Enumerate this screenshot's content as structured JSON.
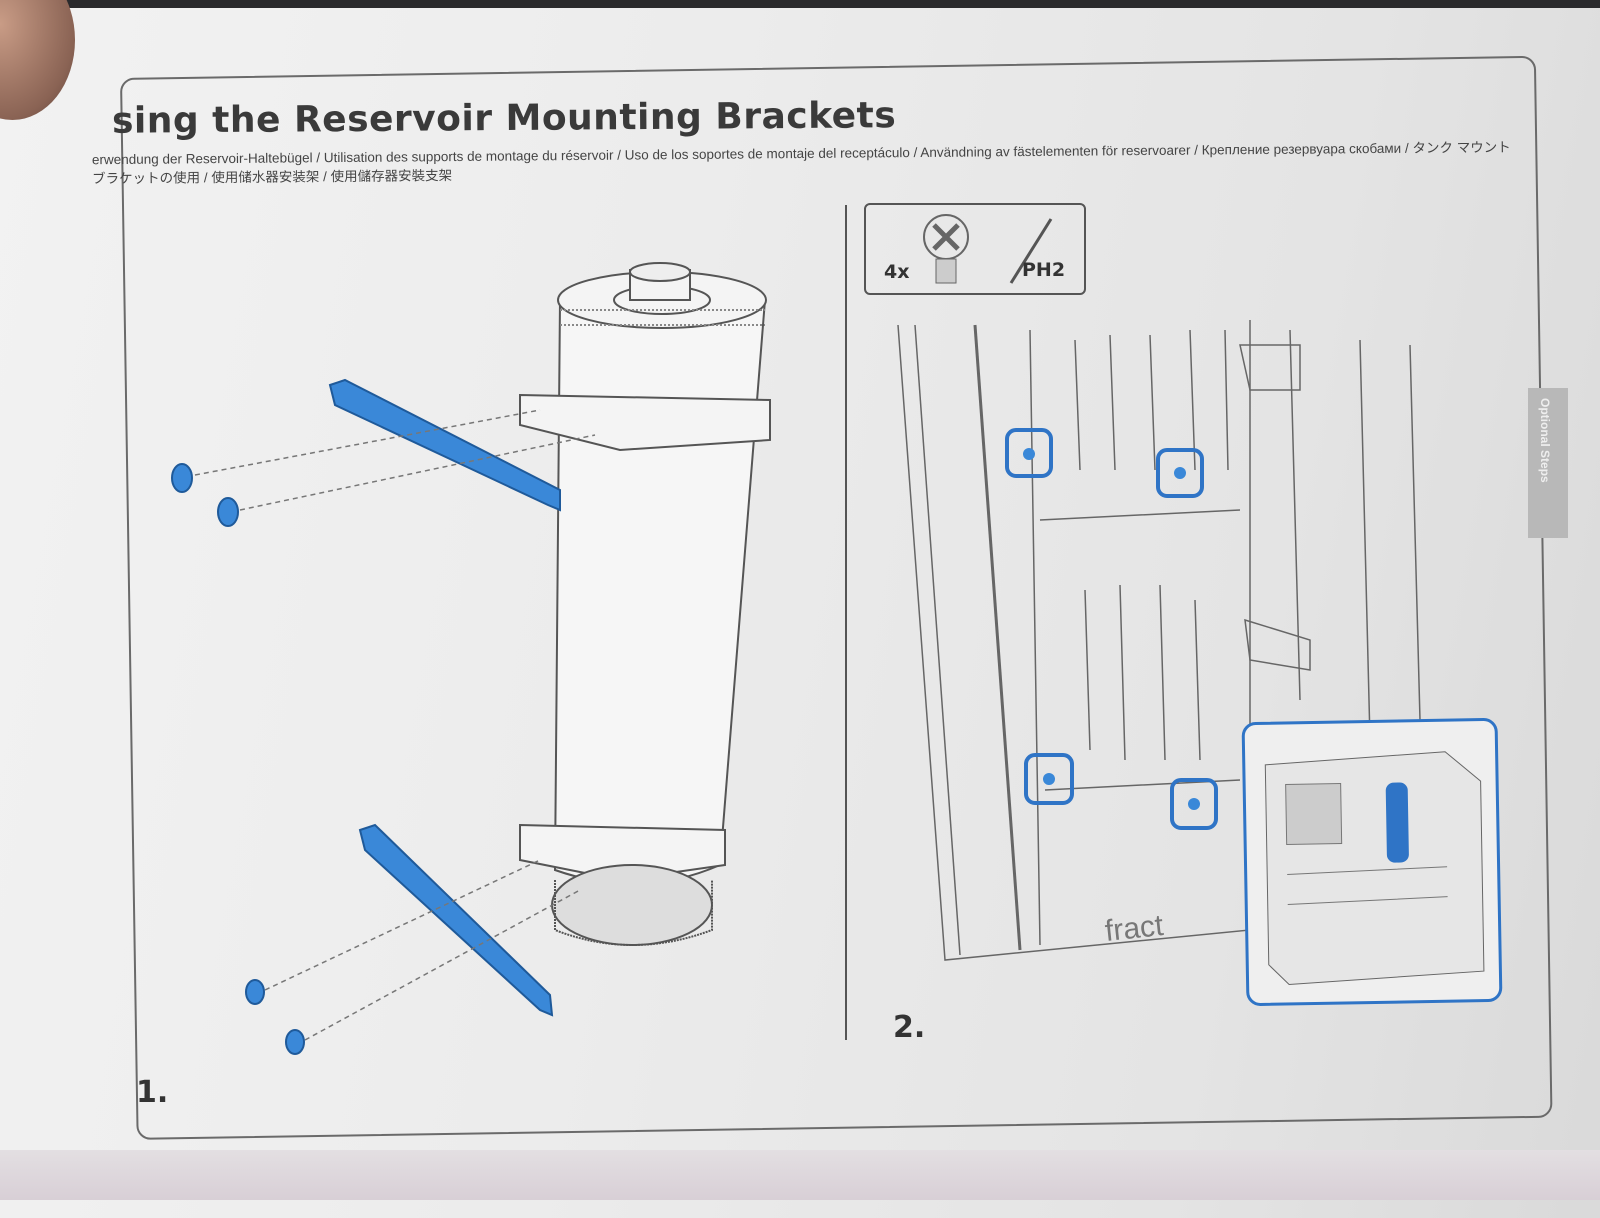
{
  "title": "sing the Reservoir Mounting Brackets",
  "subtitle": "erwendung der Reservoir-Haltebügel / Utilisation des supports de montage du réservoir / Uso de los soportes de montaje del receptáculo / Användning av fästelementen för reservoarer / Крепление резервуара скобами / タンク マウント ブラケットの使用 / 使用储水器安装架 / 使用儲存器安裝支架",
  "toolbox": {
    "quantity": "4x",
    "screwdriver": "PH2"
  },
  "steps": [
    "1.",
    "2."
  ],
  "side_tab": "Optional Steps",
  "case_logo": "fract",
  "colors": {
    "accent": "#2f74c6",
    "line": "#555555"
  }
}
